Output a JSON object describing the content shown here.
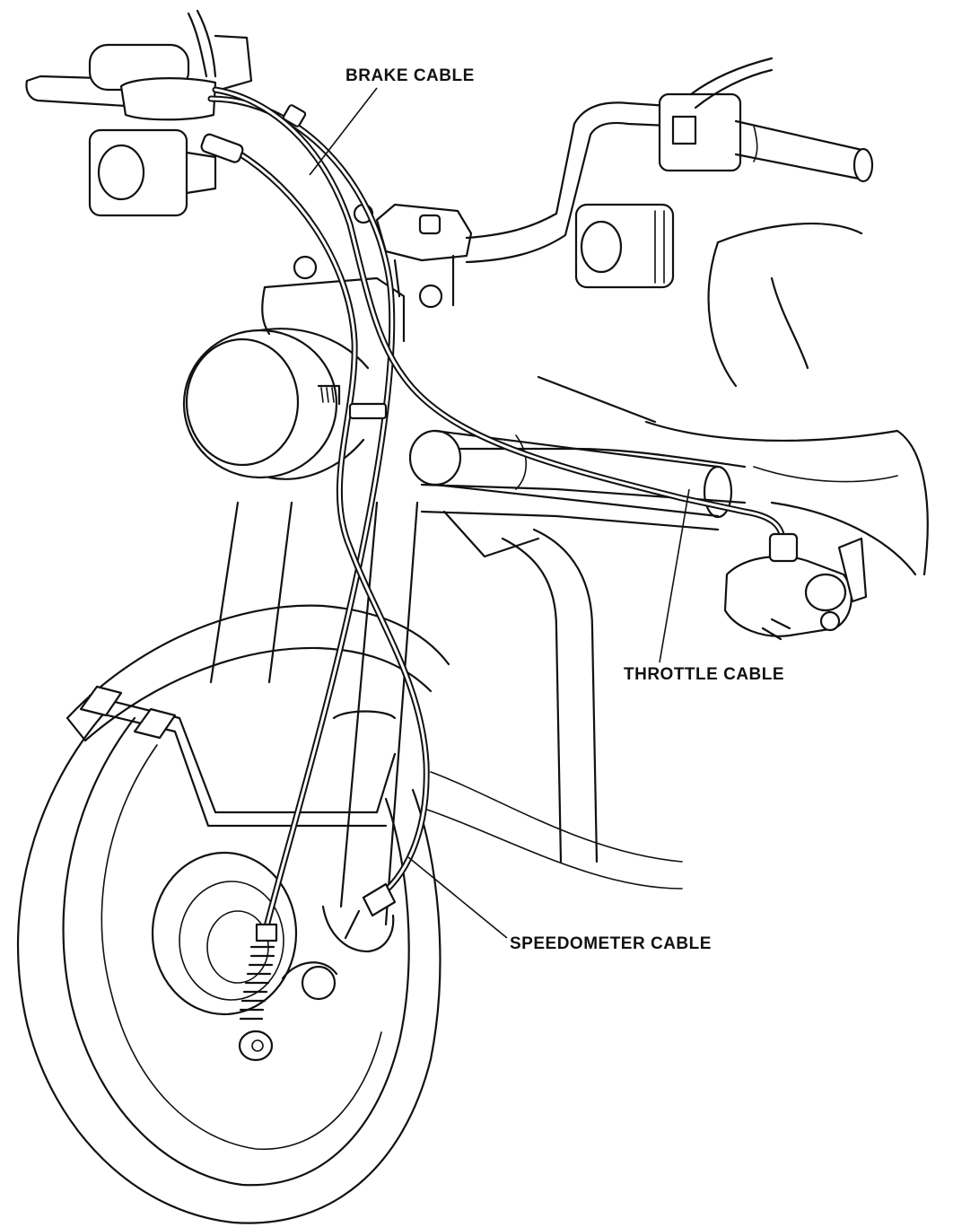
{
  "labels": {
    "brake_cable": "BRAKE CABLE",
    "throttle_cable": "THROTTLE CABLE",
    "speedometer_cable": "SPEEDOMETER CABLE"
  },
  "colors": {
    "line": "#111111",
    "background": "#ffffff"
  }
}
